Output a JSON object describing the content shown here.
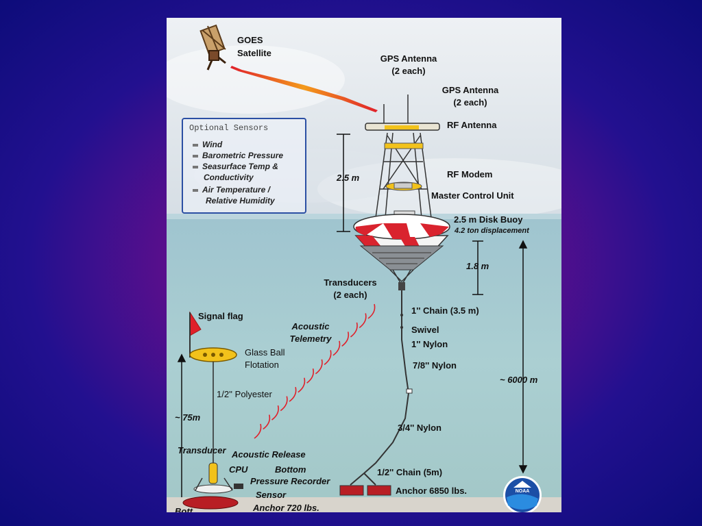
{
  "labels": {
    "goes": "GOES",
    "goes_sat": "Satellite",
    "gps1": "GPS Antenna",
    "gps1b": "(2 each)",
    "gps2": "GPS Antenna",
    "gps2b": "(2 each)",
    "rf_antenna": "RF Antenna",
    "rf_modem": "RF Modem",
    "mcu": "Master Control Unit",
    "disk_buoy": "2.5 m Disk Buoy",
    "displacement": "4.2 ton displacement",
    "height": "2.5 m",
    "hull": "1.8 m",
    "depth": "~ 6000 m",
    "transducers": "Transducers",
    "transducers_b": "(2 each)",
    "chain1": "1'' Chain (3.5 m)",
    "swivel": "Swivel",
    "nylon1": "1'' Nylon",
    "nylon78": "7/8'' Nylon",
    "nylon34": "3/4'' Nylon",
    "chain_half": "1/2'' Chain (5m)",
    "anchor": "Anchor 6850 lbs.",
    "acoustic1": "Acoustic",
    "acoustic2": "Telemetry",
    "signal_flag": "Signal flag",
    "glass1": "Glass Ball",
    "glass2": "Flotation",
    "polyester": "1/2'' Polyester",
    "seventyfive": "~ 75m",
    "transducer": "Transducer",
    "acoustic_release": "Acoustic Release",
    "cpu": "CPU",
    "bottom": "Bottom",
    "pressure_recorder": "Pressure Recorder",
    "sensor": "Sensor",
    "anchor720": "Anchor 720 lbs.",
    "bottom_cut": "Bott"
  },
  "legend": {
    "title": "Optional Sensors",
    "items": [
      "Wind",
      "Barometric Pressure",
      "Seasurface Temp &",
      "Conductivity",
      "Air Temperature /",
      "Relative Humidity"
    ]
  },
  "logo": {
    "text": "NOAA"
  },
  "colors": {
    "background": "#22108f",
    "buoy_red": "#d9232e",
    "telemetry": "#e0202a",
    "float_yellow": "#f2c21b",
    "legend_border": "#2b4fa3"
  }
}
